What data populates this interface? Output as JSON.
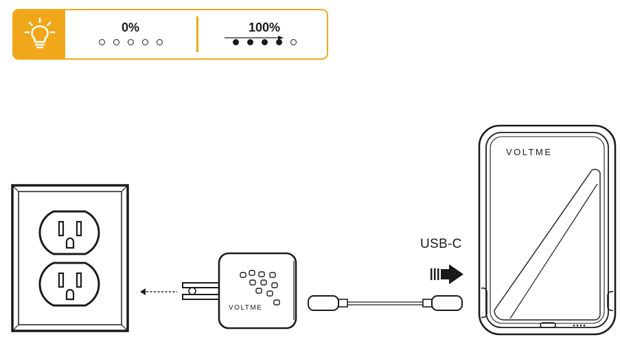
{
  "indicator": {
    "icon": "lightbulb-icon",
    "accent_color": "#f0a81a",
    "empty_state": {
      "label": "0%",
      "dots_lit": 0,
      "dots_total": 5
    },
    "full_state": {
      "label": "100%",
      "dots_lit": 4,
      "dots_total": 5
    }
  },
  "charger": {
    "brand": "VOLTME"
  },
  "power_bank": {
    "brand": "VOLTME"
  },
  "cable": {
    "label": "USB-C"
  }
}
